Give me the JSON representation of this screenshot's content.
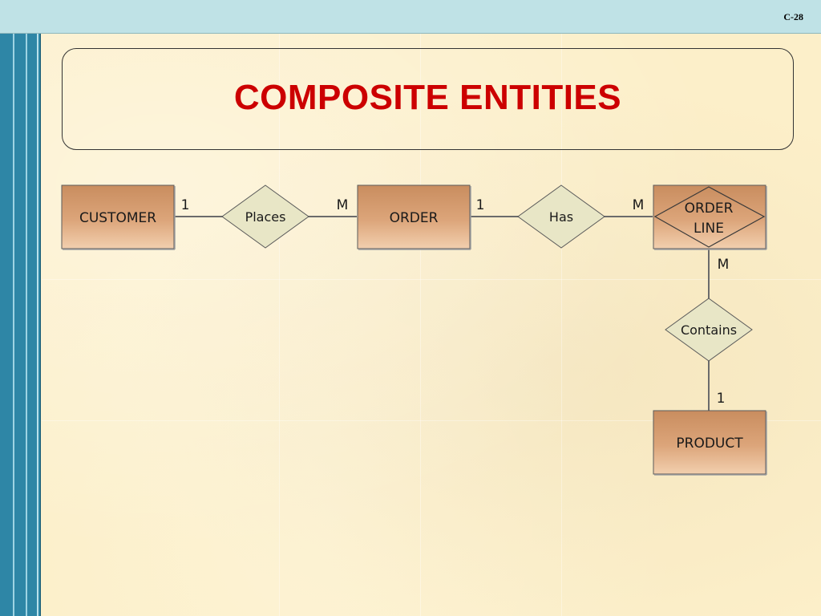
{
  "slide": {
    "number": "C-28",
    "title": "COMPOSITE ENTITIES"
  },
  "colors": {
    "title": "#cc0000",
    "entity_top": "#c98d5f",
    "entity_bottom": "#f0c9a6",
    "relationship_fill": "#e8e6c6",
    "top_band": "#bfe2e6",
    "left_bar": "#2e86a6"
  },
  "diagram": {
    "entities": {
      "customer": "CUSTOMER",
      "order": "ORDER",
      "order_line_1": "ORDER",
      "order_line_2": "LINE",
      "product": "PRODUCT"
    },
    "relationships": {
      "places": "Places",
      "has": "Has",
      "contains": "Contains"
    },
    "cardinalities": {
      "customer_places": "1",
      "places_order": "M",
      "order_has": "1",
      "has_order_line": "M",
      "order_line_contains": "M",
      "contains_product": "1"
    }
  }
}
